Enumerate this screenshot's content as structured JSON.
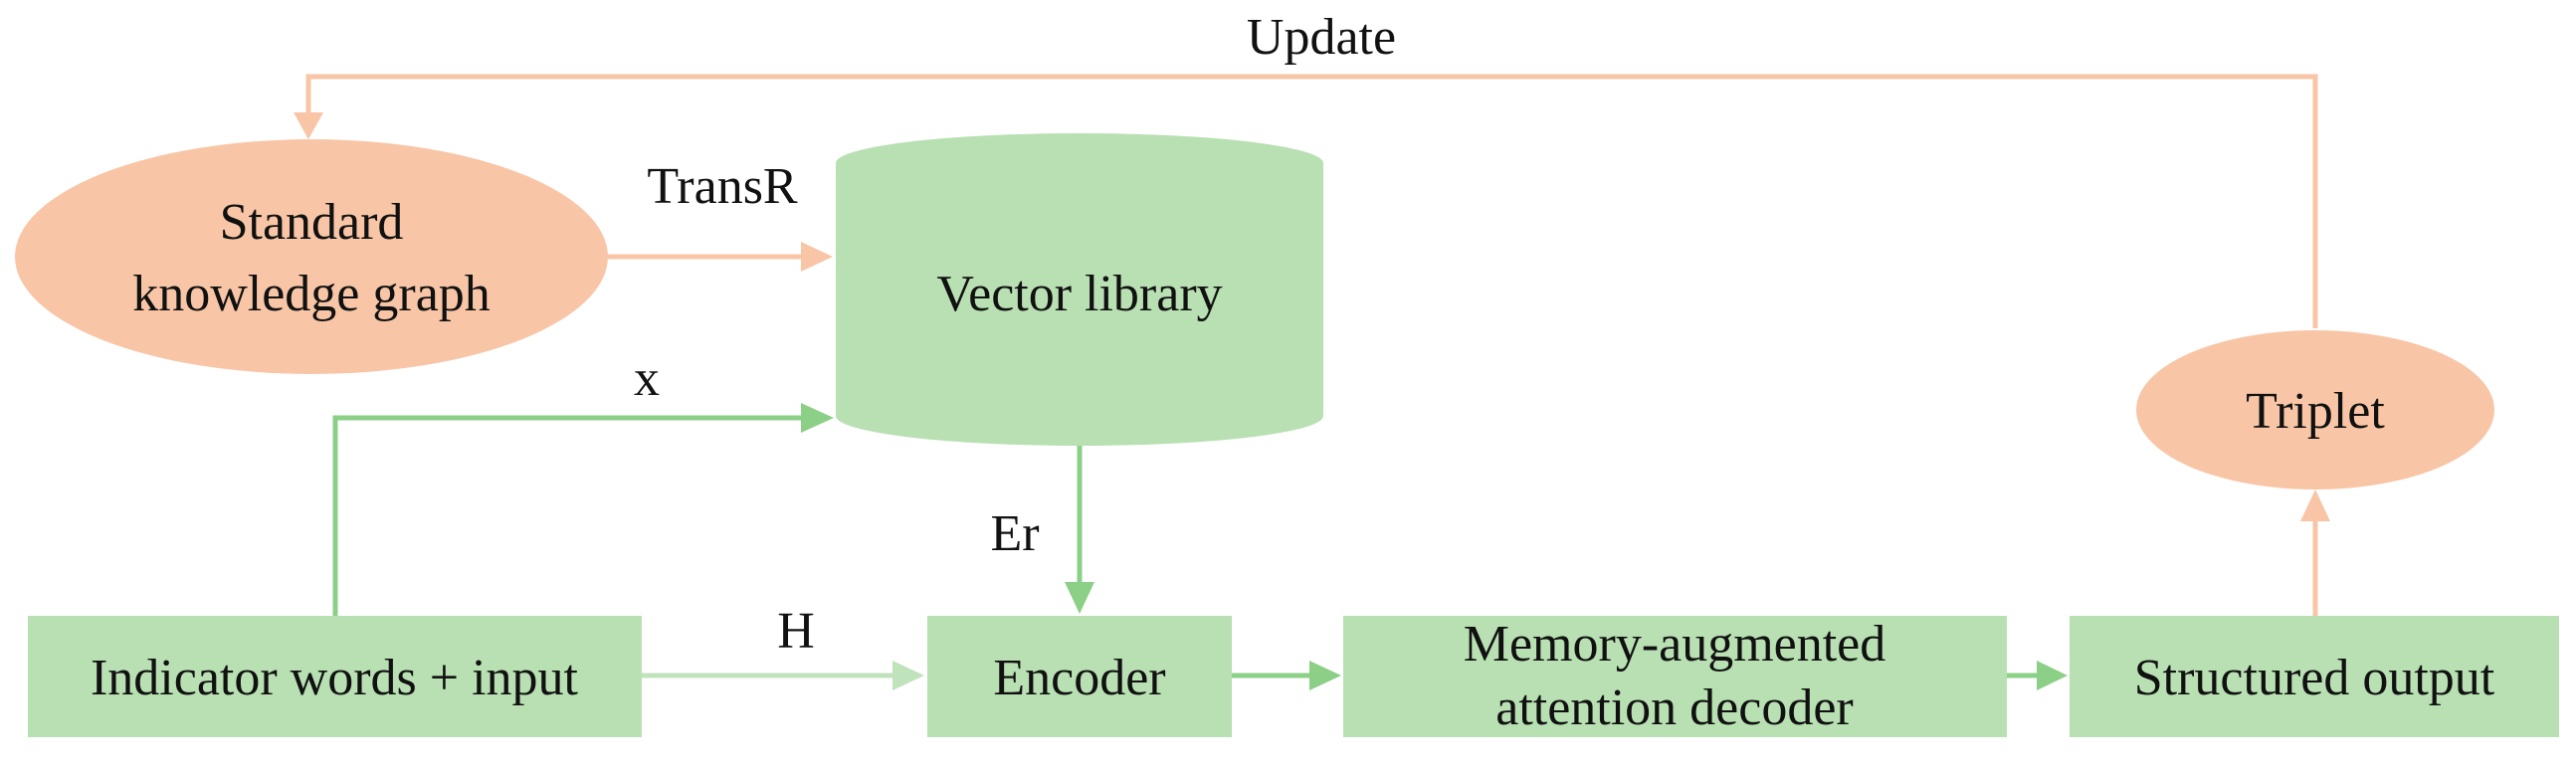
{
  "nodes": {
    "standard_kg": {
      "line1": "Standard",
      "line2": "knowledge graph"
    },
    "vector_library": {
      "label": "Vector library"
    },
    "triplet": {
      "label": "Triplet"
    },
    "indicator_input": {
      "label": "Indicator words + input"
    },
    "encoder": {
      "label": "Encoder"
    },
    "decoder": {
      "line1": "Memory-augmented",
      "line2": "attention decoder"
    },
    "structured_output": {
      "label": "Structured output"
    }
  },
  "edges": {
    "update": "Update",
    "transr": "TransR",
    "x": "x",
    "er": "Er",
    "h": "H"
  },
  "colors": {
    "green_fill": "#b8e0b2",
    "orange_fill": "#f8c6a6",
    "orange_line": "#f8c5a7",
    "green_line": "#8ccf86",
    "light_green_line": "#c0e3bc"
  }
}
